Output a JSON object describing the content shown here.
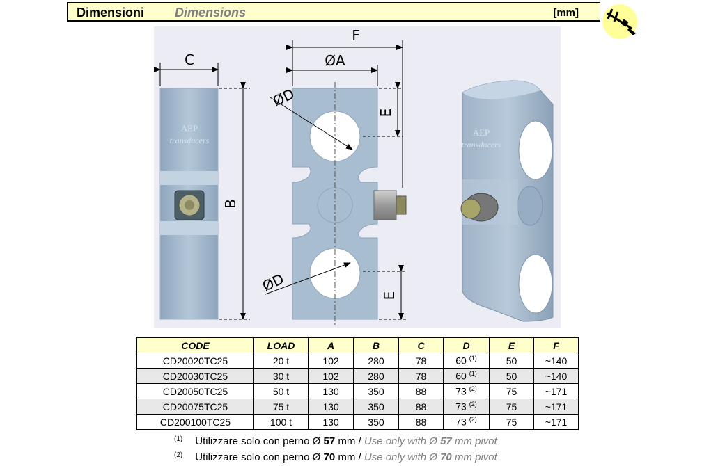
{
  "header": {
    "title_it": "Dimensioni",
    "title_en": "Dimensions",
    "unit": "[mm]"
  },
  "icons": {
    "caliper": "caliper-icon",
    "connector": "connector-icon"
  },
  "colors": {
    "header_bg": "#ffffcc",
    "body_steel": "#a8bccf",
    "alt_row": "#e8e8e8"
  },
  "drawing": {
    "labels": {
      "C": "C",
      "F": "F",
      "A": "ØA",
      "B": "B",
      "D_top": "ØD",
      "D_bottom": "ØD",
      "E_top": "E",
      "E_bottom": "E"
    },
    "brand": "AEP",
    "brand_sub": "transducers"
  },
  "table": {
    "headers": [
      "CODE",
      "LOAD",
      "A",
      "B",
      "C",
      "D",
      "E",
      "F"
    ],
    "rows": [
      {
        "code": "CD20020TC25",
        "load": "20 t",
        "a": "102",
        "b": "280",
        "c": "78",
        "d": "60",
        "d_note": "(1)",
        "e": "50",
        "f": "~140"
      },
      {
        "code": "CD20030TC25",
        "load": "30 t",
        "a": "102",
        "b": "280",
        "c": "78",
        "d": "60",
        "d_note": "(1)",
        "e": "50",
        "f": "~140"
      },
      {
        "code": "CD20050TC25",
        "load": "50 t",
        "a": "130",
        "b": "350",
        "c": "88",
        "d": "73",
        "d_note": "(2)",
        "e": "75",
        "f": "~171"
      },
      {
        "code": "CD20075TC25",
        "load": "75 t",
        "a": "130",
        "b": "350",
        "c": "88",
        "d": "73",
        "d_note": "(2)",
        "e": "75",
        "f": "~171"
      },
      {
        "code": "CD200100TC25",
        "load": "100 t",
        "a": "130",
        "b": "350",
        "c": "88",
        "d": "73",
        "d_note": "(2)",
        "e": "75",
        "f": "~171"
      }
    ]
  },
  "notes": [
    {
      "num": "(1)",
      "it_prefix": "Utilizzare solo con perno Ø",
      "it_value": "57",
      "it_suffix": "mm /",
      "en_prefix": "Use only with Ø",
      "en_value": "57",
      "en_suffix": "mm pivot"
    },
    {
      "num": "(2)",
      "it_prefix": "Utilizzare solo con perno Ø",
      "it_value": "70",
      "it_suffix": "mm /",
      "en_prefix": "Use only with Ø",
      "en_value": "70",
      "en_suffix": "mm pivot"
    }
  ]
}
